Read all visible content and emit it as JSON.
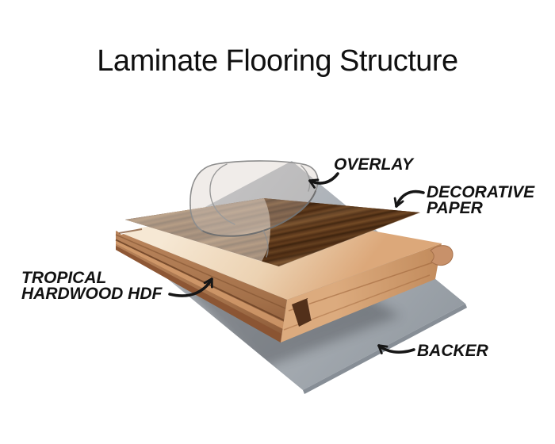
{
  "title": "Laminate Flooring Structure",
  "diagram_type": "exploded-layer-diagram",
  "callouts": [
    {
      "id": "overlay",
      "lines": [
        "OVERLAY"
      ]
    },
    {
      "id": "decorative-paper",
      "lines": [
        "DECORATIVE",
        "PAPER"
      ]
    },
    {
      "id": "tropical-hardwood-hdf",
      "lines": [
        "TROPICAL",
        "HARDWOOD HDF"
      ]
    },
    {
      "id": "backer",
      "lines": [
        "BACKER"
      ]
    }
  ],
  "colors": {
    "background": "#ffffff",
    "title_text": "#101010",
    "label_text": "#121212",
    "arrow": "#161616",
    "overlay_outline": "#8d8d8d",
    "wood_dark": "#472a10",
    "wood_mid": "#5f3a1c",
    "wood_light": "#8c5c2e",
    "hdf_top_light": "#f6e8d4",
    "hdf_top_dark": "#dca87a",
    "hdf_front_light": "#b8835a",
    "hdf_front_dark": "#8a5836",
    "hdf_end_light": "#dcab7e",
    "hdf_end_dark": "#c18a5b",
    "backer_light": "#bcc0c5",
    "backer_dark": "#969da4"
  }
}
